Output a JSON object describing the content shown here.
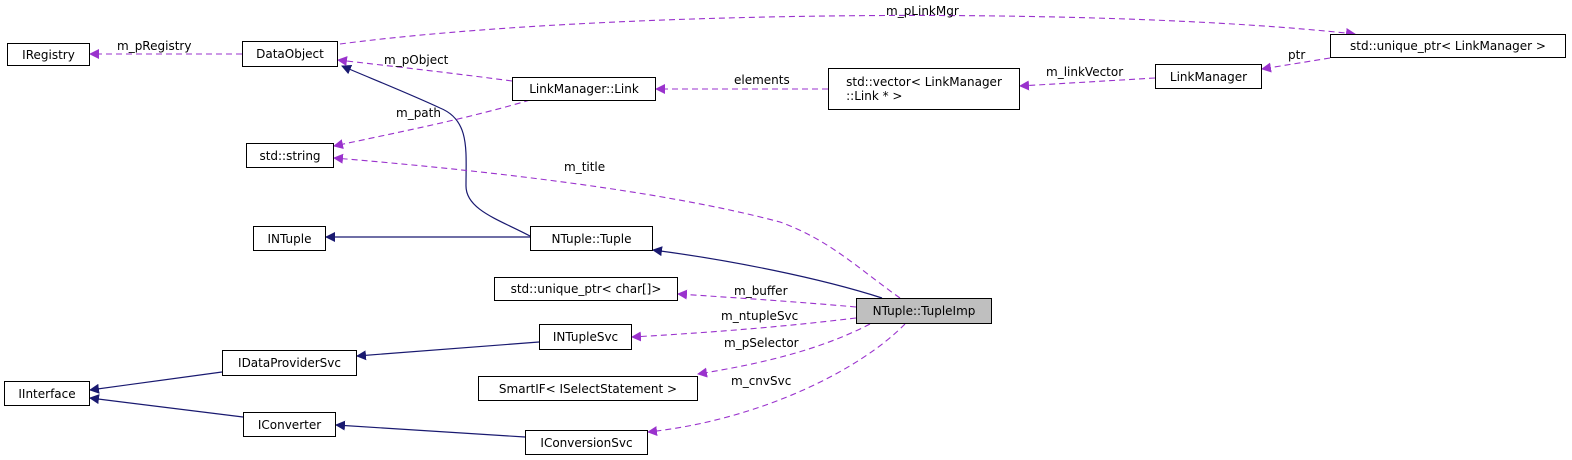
{
  "colors": {
    "inherit": "#191970",
    "member": "#9a32cd",
    "focus_fill": "#bfbfbf"
  },
  "nodes": {
    "iregistry": "IRegistry",
    "dataobject": "DataObject",
    "link": "LinkManager::Link",
    "vector_line1": "std::vector< LinkManager",
    "vector_line2": "::Link * >",
    "linkmanager": "LinkManager",
    "unique_linkmgr": "std::unique_ptr< LinkManager >",
    "string": "std::string",
    "intuple": "INTuple",
    "tuple": "NTuple::Tuple",
    "unique_char": "std::unique_ptr< char[]>",
    "tupleimp": "NTuple::TupleImp",
    "intuplesvc": "INTupleSvc",
    "dataprovider": "IDataProviderSvc",
    "iinterface": "IInterface",
    "smartif": "SmartIF< ISelectStatement >",
    "iconverter": "IConverter",
    "iconversionsvc": "IConversionSvc"
  },
  "edge_labels": {
    "m_pLinkMgr": "m_pLinkMgr",
    "m_pRegistry": "m_pRegistry",
    "m_pObject": "m_pObject",
    "elements": "elements",
    "m_linkVector": "m_linkVector",
    "ptr": "ptr",
    "m_path": "m_path",
    "m_title": "m_title",
    "m_buffer": "m_buffer",
    "m_ntupleSvc": "m_ntupleSvc",
    "m_pSelector": "m_pSelector",
    "m_cnvSvc": "m_cnvSvc"
  }
}
